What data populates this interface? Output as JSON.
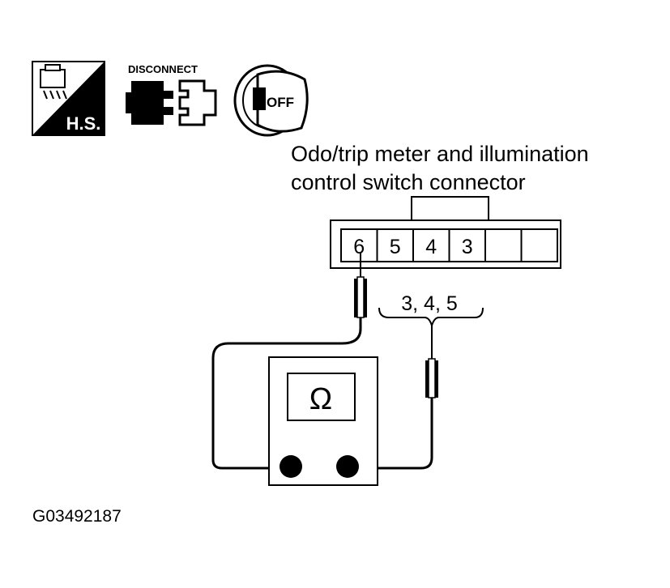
{
  "icons": {
    "hs_label": "H.S.",
    "disconnect_label": "DISCONNECT",
    "ignition_label": "OFF"
  },
  "connector": {
    "title_line1": "Odo/trip meter and illumination",
    "title_line2": "control switch connector",
    "pins": [
      "6",
      "5",
      "4",
      "3",
      "",
      ""
    ],
    "probe_group_label": "3, 4, 5"
  },
  "meter": {
    "symbol": "Ω"
  },
  "figure_code": "G03492187"
}
